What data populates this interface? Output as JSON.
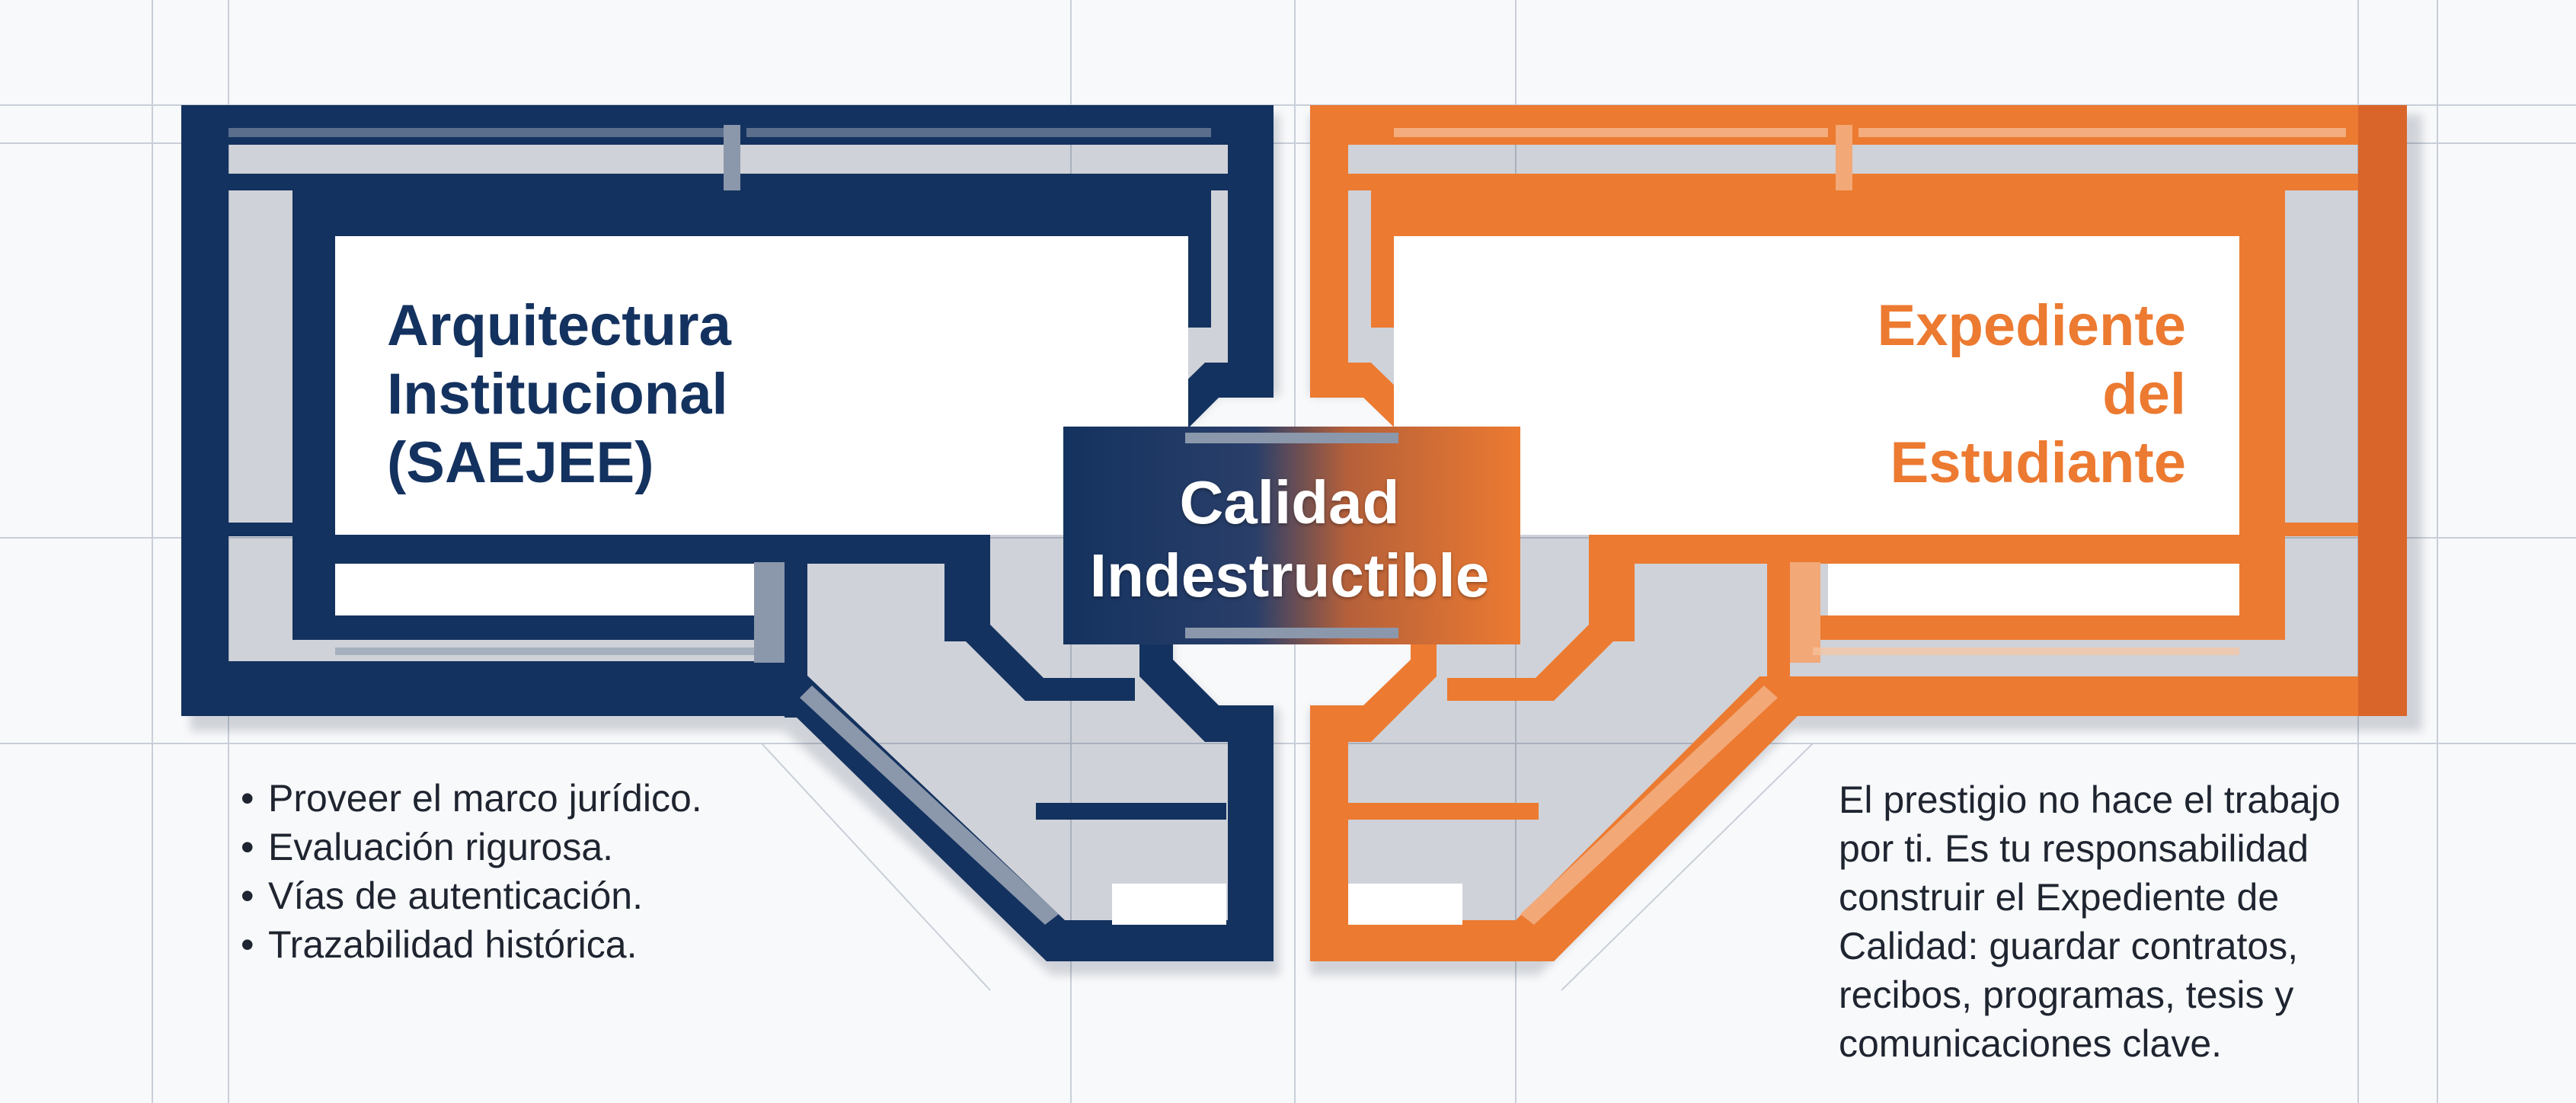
{
  "left_block": {
    "title_lines": [
      "Arquitectura",
      "Institucional",
      "(SAEJEE)"
    ],
    "color": "#14325f",
    "items": [
      "Proveer el marco jurídico.",
      "Evaluación rigurosa.",
      "Vías de autenticación.",
      "Trazabilidad histórica."
    ]
  },
  "right_block": {
    "title_lines": [
      "Expediente",
      "del",
      "Estudiante"
    ],
    "color": "#ec7a31",
    "note_lines": [
      "El prestigio no hace el trabajo",
      "por ti. Es tu responsabilidad",
      "construir el Expediente de",
      "Calidad: guardar contratos,",
      "recibos, programas, tesis y",
      "comunicaciones clave."
    ]
  },
  "center_block": {
    "title_lines": [
      "Calidad",
      "Indestructible"
    ]
  }
}
